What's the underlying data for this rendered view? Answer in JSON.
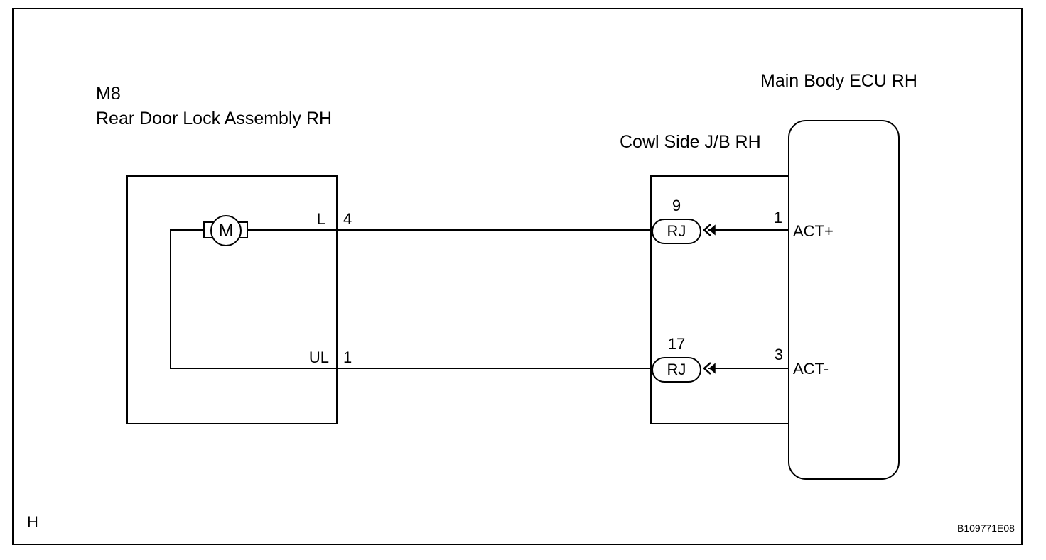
{
  "figure_corner_letter": "H",
  "figure_code": "B109771E08",
  "components": {
    "door_lock": {
      "code": "M8",
      "name": "Rear Door Lock Assembly RH",
      "motor_symbol": "M",
      "pin_l_label": "L",
      "pin_l_number": "4",
      "pin_ul_label": "UL",
      "pin_ul_number": "1"
    },
    "junction_block": {
      "name": "Cowl Side J/B RH",
      "connector_top": {
        "pin": "9",
        "code": "RJ"
      },
      "connector_bottom": {
        "pin": "17",
        "code": "RJ"
      }
    },
    "ecu": {
      "name": "Main Body ECU RH",
      "pin_top_number": "1",
      "pin_top_signal": "ACT+",
      "pin_bottom_number": "3",
      "pin_bottom_signal": "ACT-"
    }
  }
}
